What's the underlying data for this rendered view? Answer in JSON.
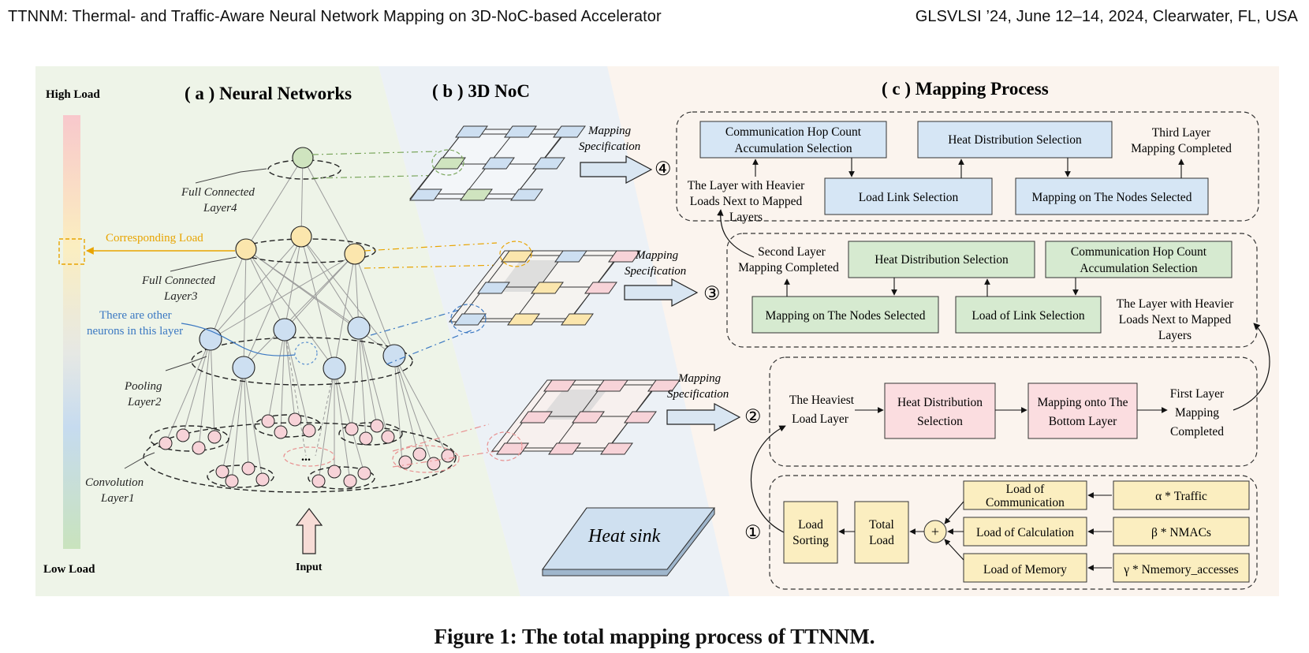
{
  "header": {
    "left": "TTNNM: Thermal- and Traffic-Aware Neural Network Mapping on 3D-NoC-based Accelerator",
    "right": "GLSVLSI ’24, June 12–14, 2024, Clearwater, FL, USA"
  },
  "caption": "Figure 1: The total mapping process of TTNNM.",
  "figure": {
    "legend": {
      "high": "High Load",
      "low": "Low Load"
    },
    "panel_a": {
      "title": "( a )  Neural Networks",
      "fc4": [
        "Full Connected",
        "Layer4"
      ],
      "fc3": [
        "Full Connected",
        "Layer3"
      ],
      "pool": [
        "Pooling",
        "Layer2"
      ],
      "conv": [
        "Convolution",
        "Layer1"
      ],
      "corr_load": "Corresponding Load",
      "other_neurons": [
        "There are other",
        "neurons in this layer"
      ],
      "dots": "...",
      "input": "Input"
    },
    "panel_b": {
      "title": "( b )  3D NoC",
      "map_spec": [
        "Mapping",
        "Specification"
      ],
      "heat_sink": "Heat sink"
    },
    "panel_c": {
      "title": "( c )  Mapping Process",
      "step_markers": [
        "①",
        "②",
        "③",
        "④"
      ],
      "step4": {
        "comm": [
          "Communication Hop Count",
          "Accumulation Selection"
        ],
        "heat": "Heat Distribution Selection",
        "third": [
          "Third Layer",
          "Mapping Completed"
        ],
        "heavier": [
          "The Layer with Heavier",
          "Loads Next to Mapped",
          "Layers"
        ],
        "link": "Load Link Selection",
        "nodes": "Mapping on The Nodes Selected"
      },
      "step3": {
        "second": [
          "Second Layer",
          "Mapping Completed"
        ],
        "heat": "Heat Distribution Selection",
        "comm": [
          "Communication Hop Count",
          "Accumulation Selection"
        ],
        "nodes": "Mapping on The Nodes Selected",
        "link": "Load of Link Selection",
        "heavier": [
          "The Layer with Heavier",
          "Loads Next to Mapped",
          "Layers"
        ]
      },
      "step2": {
        "heaviest": [
          "The Heaviest",
          "Load Layer"
        ],
        "heat": [
          "Heat Distribution",
          "Selection"
        ],
        "bottom": [
          "Mapping onto The",
          "Bottom Layer"
        ],
        "first": [
          "First Layer",
          "Mapping",
          "Completed"
        ]
      },
      "step1": {
        "sorting": [
          "Load",
          "Sorting"
        ],
        "total": [
          "Total",
          "Load"
        ],
        "plus": "+",
        "comm": [
          "Load of",
          "Communication"
        ],
        "calc": "Load of Calculation",
        "mem": "Load of Memory",
        "alpha": "α * Traffic",
        "beta": "β * NMACs",
        "gamma": "γ * Nmemory_accesses"
      }
    }
  }
}
